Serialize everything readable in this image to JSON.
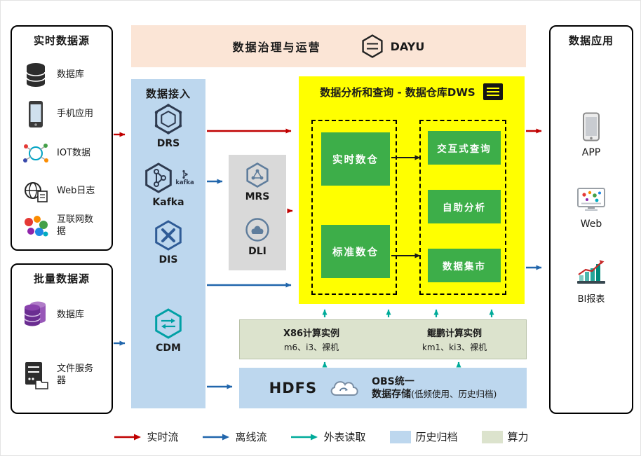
{
  "banner": {
    "title": "数据治理与运营",
    "product": "DAYU"
  },
  "realtime_sources": {
    "title": "实时数据源",
    "items": [
      {
        "label": "数据库",
        "icon": "database-icon"
      },
      {
        "label": "手机应用",
        "icon": "phone-icon"
      },
      {
        "label": "IOT数据",
        "icon": "iot-icon"
      },
      {
        "label": "Web日志",
        "icon": "web-log-icon"
      },
      {
        "label": "互联网数据",
        "icon": "internet-data-icon"
      }
    ]
  },
  "batch_sources": {
    "title": "批量数据源",
    "items": [
      {
        "label": "数据库",
        "icon": "database-purple-icon"
      },
      {
        "label": "文件服务器",
        "icon": "file-server-icon"
      }
    ]
  },
  "ingestion": {
    "title": "数据接入",
    "services": [
      {
        "label": "DRS",
        "icon": "drs-hexagon-icon"
      },
      {
        "label": "Kafka",
        "badge": "kafka",
        "icon": "kafka-hexagon-icon"
      },
      {
        "label": "DIS",
        "icon": "dis-hexagon-icon"
      },
      {
        "label": "CDM",
        "icon": "cdm-hexagon-icon"
      }
    ]
  },
  "processing": {
    "services": [
      {
        "label": "MRS",
        "icon": "mrs-hexagon-icon"
      },
      {
        "label": "DLI",
        "icon": "dli-cloud-icon"
      }
    ]
  },
  "dws": {
    "title": "数据分析和查询 - 数据仓库DWS",
    "left_modules": [
      {
        "label": "实时数仓"
      },
      {
        "label": "标准数仓"
      }
    ],
    "right_modules": [
      {
        "label": "交互式查询"
      },
      {
        "label": "自助分析"
      },
      {
        "label": "数据集市"
      }
    ]
  },
  "compute": {
    "x86_title": "X86计算实例",
    "x86_detail": "m6、i3、裸机",
    "kunpeng_title": "鲲鹏计算实例",
    "kunpeng_detail": "km1、ki3、裸机"
  },
  "storage": {
    "hdfs": "HDFS",
    "obs_line1": "OBS统一",
    "obs_line2": "数据存储",
    "note": "(低频使用、历史归档)"
  },
  "applications": {
    "title": "数据应用",
    "items": [
      {
        "label": "APP",
        "icon": "app-phone-icon"
      },
      {
        "label": "Web",
        "icon": "web-dashboard-icon"
      },
      {
        "label": "BI报表",
        "icon": "bi-chart-icon"
      }
    ]
  },
  "legend": {
    "realtime": "实时流",
    "offline": "离线流",
    "external": "外表读取",
    "archive": "历史归档",
    "compute": "算力"
  },
  "colors": {
    "realtime_flow": "#c00000",
    "offline_flow": "#2166ac",
    "external_read": "#00ab9a",
    "archive_bg": "#bdd7ee",
    "compute_bg": "#dce3cd",
    "dws_bg": "#ffff00",
    "module_green": "#3dae49",
    "banner_bg": "#fbe5d6",
    "ingestion_bg": "#bdd7ee",
    "processing_bg": "#d9d9d9"
  }
}
